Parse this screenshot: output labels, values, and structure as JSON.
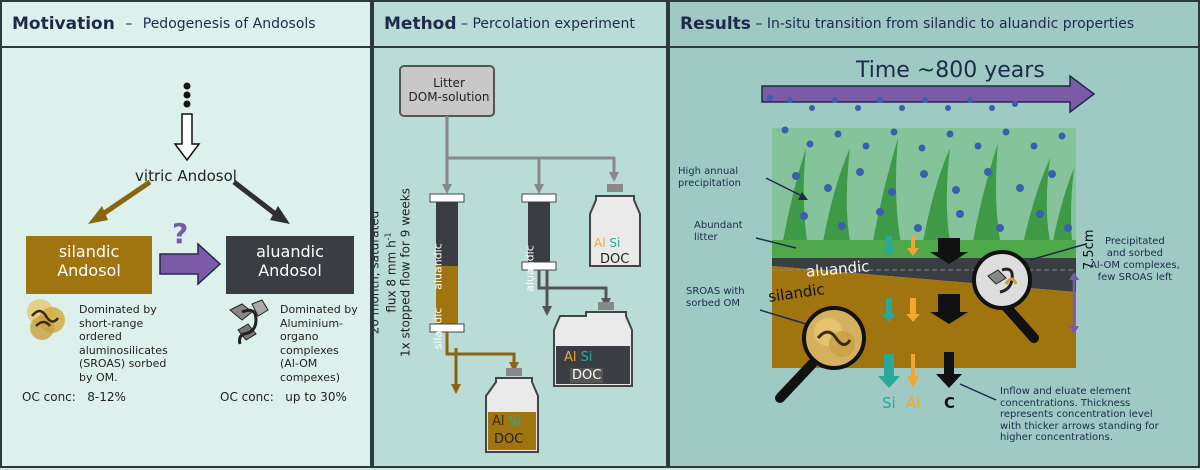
{
  "motivation": {
    "title": "Motivation",
    "subtitle": "Pedogenesis of Andosols",
    "vitric": "vitric Andosol",
    "question": "?",
    "silandic_l1": "silandic",
    "silandic_l2": "Andosol",
    "aluandic_l1": "aluandic",
    "aluandic_l2": "Andosol",
    "sil_desc": [
      "Dominated by",
      "short-range",
      "ordered",
      "aluminosilicates",
      "(SROAS) sorbed",
      "by OM."
    ],
    "alu_desc": [
      "Dominated by",
      "Aluminium-",
      "organo",
      "complexes",
      "(Al-OM",
      "compexes)"
    ],
    "oc_label_left": "OC conc:",
    "oc_value_left": "8-12%",
    "oc_label_right": "OC conc:",
    "oc_value_right": "up to 30%"
  },
  "method": {
    "title": "Method",
    "subtitle": "Percolation experiment",
    "source_l1": "Litter",
    "source_l2": "DOM-solution",
    "flux_l1": "20 month, saturated",
    "flux_l2": "flux 8 mm h",
    "flux_sup": "-1",
    "flux_l3": "1x stopped flow for 9 weeks",
    "col1_top": "aluandic",
    "col1_bottom": "silandic",
    "col2": "aluandic",
    "al": "Al",
    "si": "Si",
    "doc": "DOC"
  },
  "results": {
    "title": "Results",
    "subtitle": "In-situ transition from silandic to aluandic properties",
    "time": "Time ~800 years",
    "precip": [
      "High annual",
      "precipitation"
    ],
    "litter": [
      "Abundant",
      "litter"
    ],
    "sroas": [
      "SROAS with",
      "sorbed OM"
    ],
    "aluandic": "aluandic",
    "silandic": "silandic",
    "depth": "7.5cm",
    "precipitated": [
      "Precipitated",
      "and sorbed",
      "Al-OM complexes,",
      "few SROAS left"
    ],
    "si": "Si",
    "al": "Al",
    "c": "C",
    "inflow": [
      "Inflow and eluate element",
      "concentrations. Thickness",
      "represents concentration level",
      "with thicker arrows standing for",
      "higher concentrations."
    ]
  },
  "colors": {
    "dark_navy": "#1e2a4a",
    "silandic_brown": "#a0740f",
    "aluandic_gray": "#3a3d42",
    "purple_arrow": "#7b5ba8",
    "al_orange": "#f0a830",
    "si_teal": "#2aa89a",
    "grass_green": "#4fa84a",
    "rain_blue": "#3a5fb0"
  }
}
